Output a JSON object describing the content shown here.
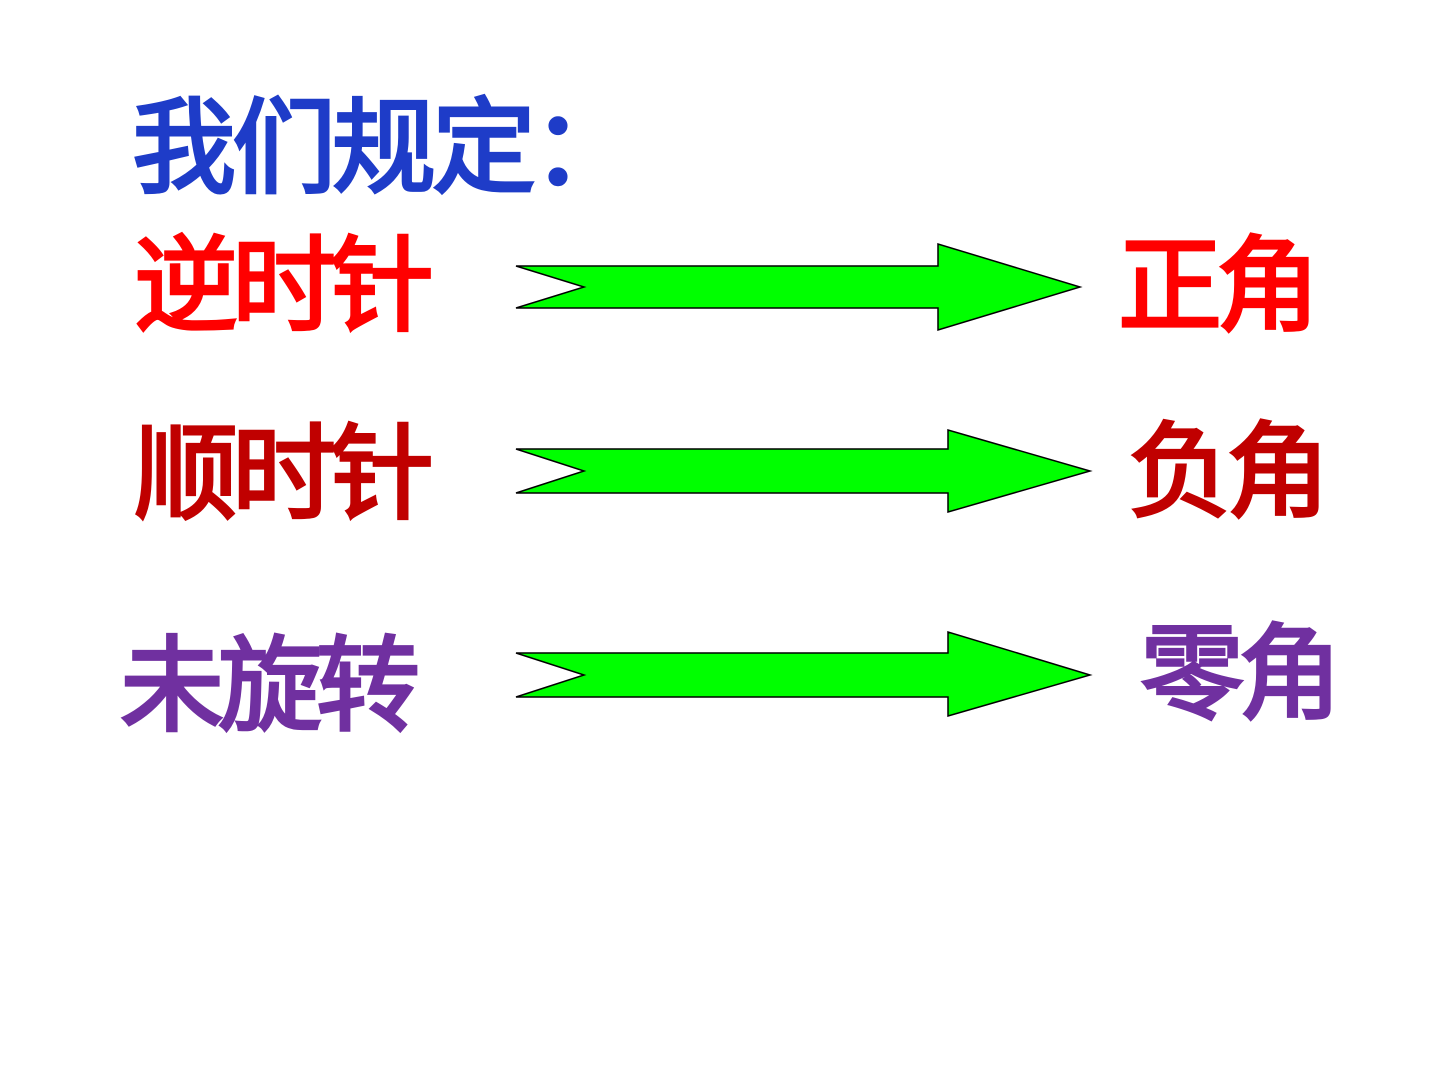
{
  "title": {
    "text": "我们规定：",
    "color": "#1e3cc8"
  },
  "rows": [
    {
      "left": "逆时针",
      "right": "正角",
      "left_color": "#ff0000",
      "right_color": "#ff0000"
    },
    {
      "left": "顺时针",
      "right": "负角",
      "left_color": "#c00000",
      "right_color": "#c00000"
    },
    {
      "left": "未旋转",
      "right": "零角",
      "left_color": "#7030a0",
      "right_color": "#7030a0"
    }
  ],
  "arrow_color": "#00ff00",
  "arrow_icon": "right-arrow-icon"
}
